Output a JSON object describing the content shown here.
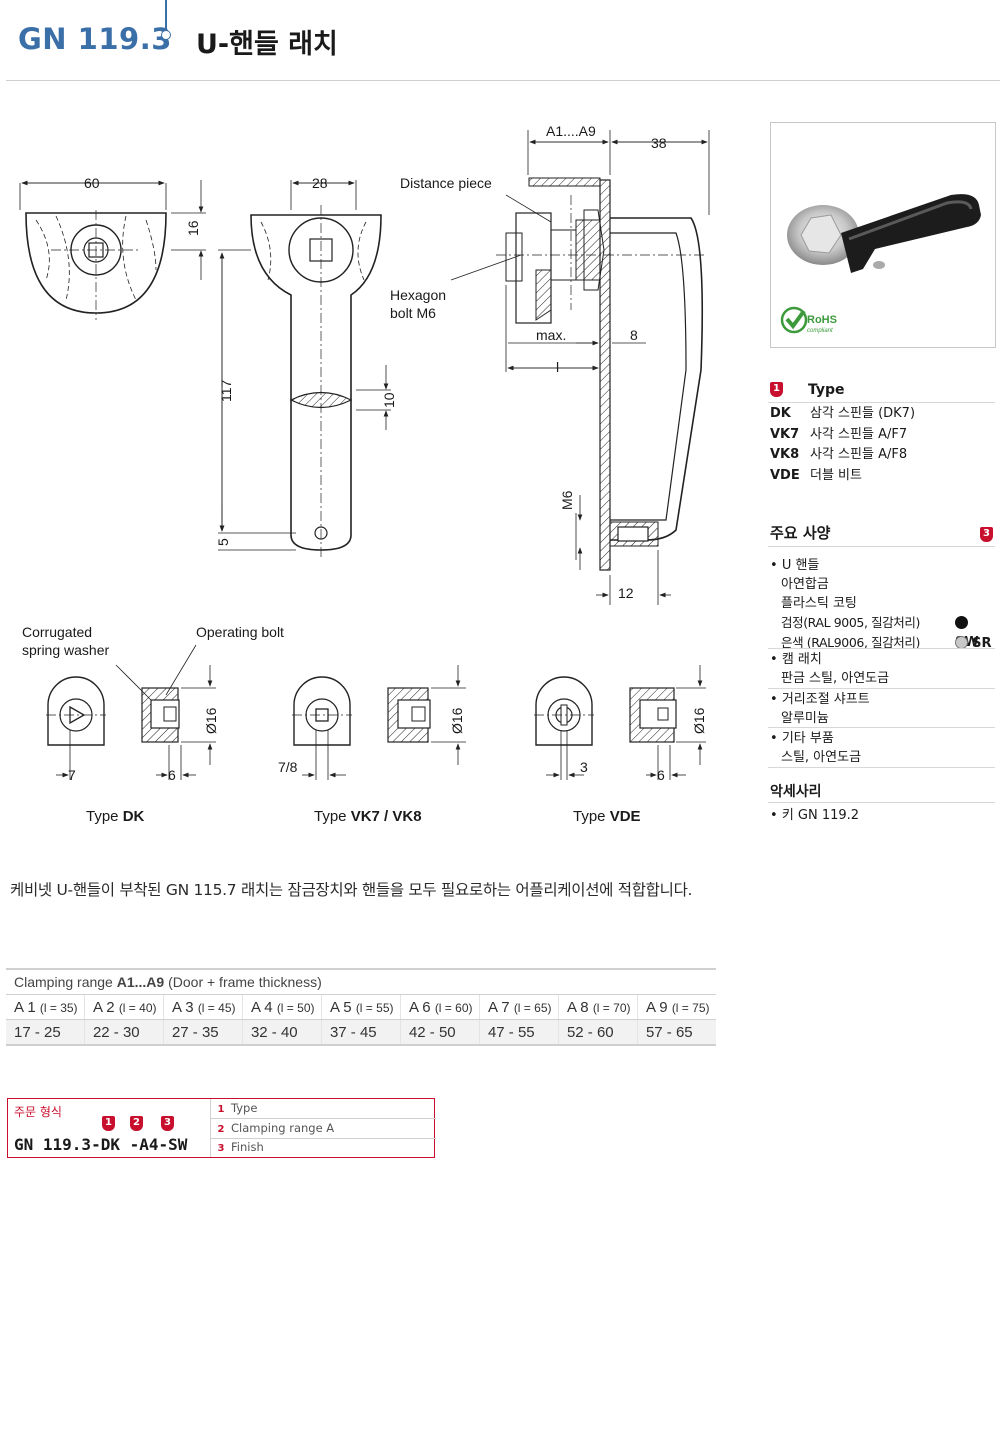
{
  "header": {
    "code": "GN 119.3",
    "title": "U-핸들 래치"
  },
  "drawing": {
    "labels": {
      "distance_piece": "Distance piece",
      "hexagon_bolt_1": "Hexagon",
      "hexagon_bolt_2": "bolt M6",
      "corrugated_1": "Corrugated",
      "corrugated_2": "spring washer",
      "operating_bolt": "Operating bolt"
    },
    "dims": {
      "d60": "60",
      "d16": "16",
      "d28": "28",
      "d117": "117",
      "d10": "10",
      "d5": "5",
      "a1a9": "A1....A9",
      "d38": "38",
      "max": "max.",
      "d8": "8",
      "l": "l",
      "m6": "M6",
      "d12": "12",
      "d7": "7",
      "d6a": "6",
      "d78": "7/8",
      "d3": "3",
      "d6b": "6",
      "phi1": "Ø16",
      "phi2": "Ø16",
      "phi3": "Ø16"
    },
    "types": [
      {
        "prefix": "Type ",
        "name": "DK"
      },
      {
        "prefix": "Type ",
        "name": "VK7 / VK8"
      },
      {
        "prefix": "Type ",
        "name": "VDE"
      }
    ]
  },
  "photo": {
    "rohs": "RoHS",
    "rohs_sub": "compliant"
  },
  "type_panel": {
    "badge": "1",
    "title": "Type",
    "rows": [
      {
        "code": "DK",
        "desc": "삼각 스핀들 (DK7)"
      },
      {
        "code": "VK7",
        "desc": "사각 스핀들 A/F7"
      },
      {
        "code": "VK8",
        "desc": "사각 스핀들 A/F8"
      },
      {
        "code": "VDE",
        "desc": "더블 비트"
      }
    ]
  },
  "spec_panel": {
    "title": "주요 사양",
    "badge": "3",
    "groups": [
      {
        "lines": [
          "U 핸들",
          "아연합금",
          "플라스틱 코팅"
        ],
        "finishes": [
          {
            "text": "검정(RAL 9005, 질감처리)",
            "code": "SW"
          },
          {
            "text": "은색 (RAL9006, 질감처리)",
            "code": "SR"
          }
        ]
      },
      {
        "lines": [
          "캠 래치",
          "판금 스틸, 아연도금"
        ]
      },
      {
        "lines": [
          "거리조절 샤프트",
          "알루미늄"
        ]
      },
      {
        "lines": [
          "기타 부품",
          "스틸, 아연도금"
        ]
      }
    ]
  },
  "accessories": {
    "title": "악세사리",
    "items": [
      "키 GN 119.2"
    ]
  },
  "description": "케비넷 U-핸들이 부착된 GN 115.7 래치는 잠금장치와 핸들을 모두 필요로하는 어플리케이션에 적합합니다.",
  "clamp_table": {
    "caption_prefix": "Clamping range ",
    "caption_bold": "A1...A9",
    "caption_suffix": " (Door + frame thickness)",
    "headers": [
      {
        "a": "A 1",
        "l": "(l = 35)"
      },
      {
        "a": "A 2",
        "l": "(l = 40)"
      },
      {
        "a": "A 3",
        "l": "(l = 45)"
      },
      {
        "a": "A 4",
        "l": "(l = 50)"
      },
      {
        "a": "A 5",
        "l": "(l = 55)"
      },
      {
        "a": "A 6",
        "l": "(l = 60)"
      },
      {
        "a": "A 7",
        "l": "(l = 65)"
      },
      {
        "a": "A 8",
        "l": "(l = 70)"
      },
      {
        "a": "A 9",
        "l": "(l = 75)"
      }
    ],
    "values": [
      "17 - 25",
      "22 - 30",
      "27 - 35",
      "32 - 40",
      "37 - 45",
      "42 - 50",
      "47 - 55",
      "52 - 60",
      "57 - 65"
    ]
  },
  "order": {
    "label": "주문 형식",
    "code": "GN 119.3-DK -A4-SW",
    "badges": [
      "1",
      "2",
      "3"
    ],
    "rows": [
      {
        "n": "1",
        "text": "Type"
      },
      {
        "n": "2",
        "text": "Clamping range A"
      },
      {
        "n": "3",
        "text": "Finish"
      }
    ]
  },
  "colors": {
    "brand_blue": "#3a6fa8",
    "accent_red": "#c8102e"
  }
}
